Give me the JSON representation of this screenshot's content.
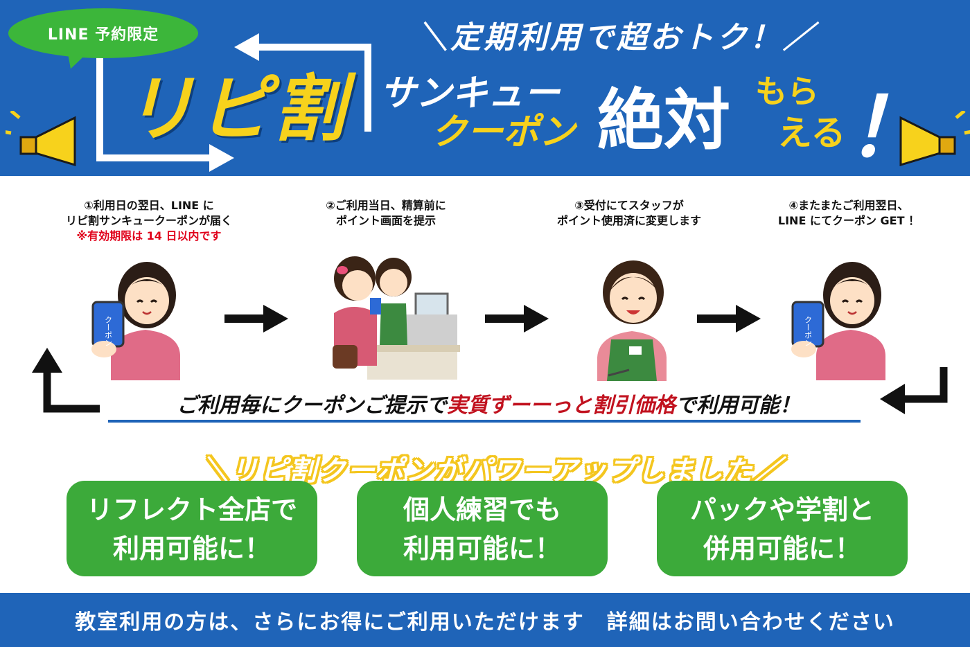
{
  "header": {
    "badge": "LINE 予約限定",
    "subtitle": "＼定期利用で超おトク！／",
    "title": "リピ割",
    "thank_line1": "サンキュー",
    "thank_line2": "クーポン",
    "zettai": "絶対",
    "morau1": "もら",
    "morau2": "える",
    "exclaim": "！"
  },
  "steps": [
    {
      "line1": "①利用日の翌日、LINE に",
      "line2": "リピ割サンキュークーポンが届く",
      "warning": "※有効期限は 14 日以内です"
    },
    {
      "line1": "②ご利用当日、精算前に",
      "line2": "ポイント画面を提示",
      "warning": ""
    },
    {
      "line1": "③受付にてスタッフが",
      "line2": "ポイント使用済に変更します",
      "warning": ""
    },
    {
      "line1": "④またまたご利用翌日、",
      "line2": "LINE にてクーポン GET ！",
      "warning": ""
    }
  ],
  "coupon_label": "クーポン",
  "banner": {
    "part1": "ご利用毎にクーポンご提示で",
    "highlight": "実質ずーーっと割引価格",
    "part2": "で利用可能！"
  },
  "powerup_title": "＼リピ割クーポンがパワーアップしました／",
  "benefits": [
    {
      "line1": "リフレクト全店で",
      "line2": "利用可能に！"
    },
    {
      "line1": "個人練習でも",
      "line2": "利用可能に！"
    },
    {
      "line1": "パックや学割と",
      "line2": "併用可能に！"
    }
  ],
  "footer": "教室利用の方は、さらにお得にご利用いただけます　詳細はお問い合わせください",
  "colors": {
    "header_blue": "#1f64b8",
    "accent_yellow": "#f7d21c",
    "badge_green": "#3cb63a",
    "benefit_green": "#3caa3a",
    "highlight_red": "#c1121f",
    "warning_red": "#e0001a"
  }
}
